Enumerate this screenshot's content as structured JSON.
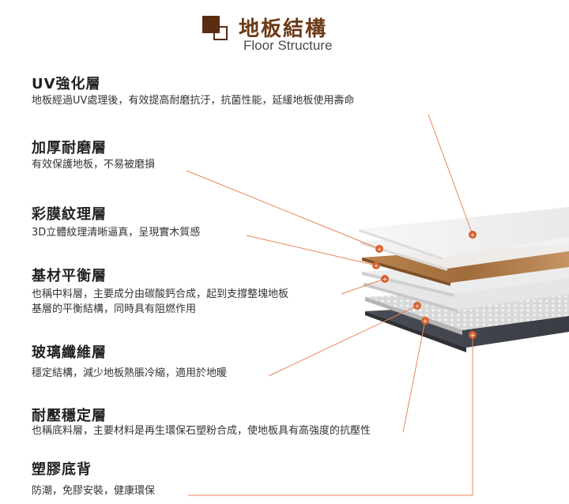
{
  "header": {
    "title_zh": "地板結構",
    "title_en": "Floor Structure",
    "icon": "overlapping-squares-icon",
    "brand_color": "#6b3a16"
  },
  "layers": [
    {
      "title": "UV強化層",
      "desc": "地板經過UV處理後，有效提高耐磨抗汙，抗菌性能，延緩地板使用壽命"
    },
    {
      "title": "加厚耐磨層",
      "desc": "有效保護地板，不易被磨損"
    },
    {
      "title": "彩膜紋理層",
      "desc": "3D立體紋理清晰逼真，呈現實木質感"
    },
    {
      "title": "基材平衡層",
      "desc": "也稱中料層，主要成分由碳酸鈣合成，起到支撐整塊地板",
      "desc2": "基層的平衡結構，同時具有阻燃作用"
    },
    {
      "title": "玻璃纖維層",
      "desc": "穩定結構，減少地板熱脹冷縮，適用於地暖"
    },
    {
      "title": "耐壓穩定層",
      "desc": "也稱底料層，主要材料是再生環保石塑粉合成，使地板具有高強度的抗壓性"
    },
    {
      "title": "塑膠底背",
      "desc": "防潮，免膠安裝，健康環保"
    }
  ],
  "colors": {
    "leader_line": "#e8855a",
    "marker": "#d6612e"
  }
}
